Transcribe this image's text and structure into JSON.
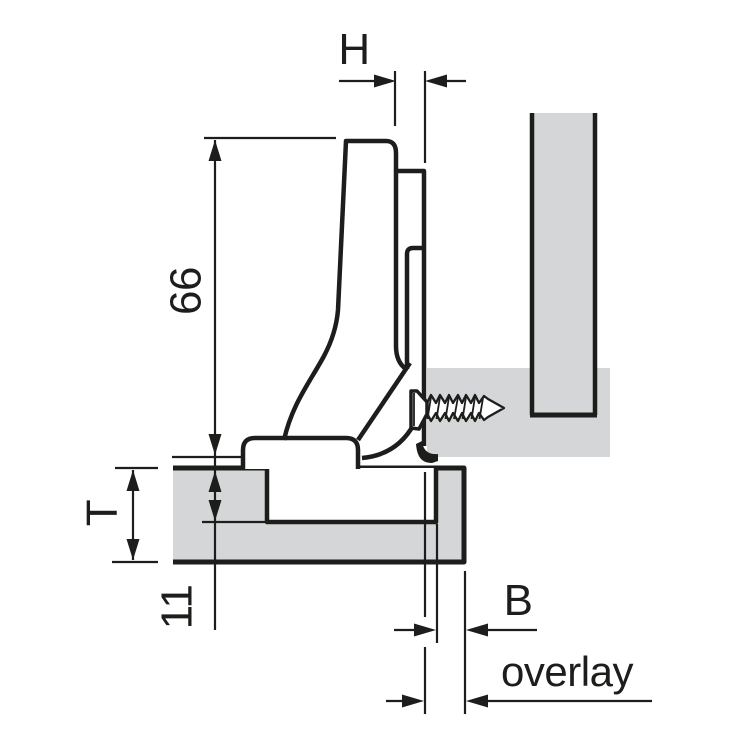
{
  "diagram": {
    "type": "cabinet-hinge-cross-section",
    "labels": {
      "gap_h": "H",
      "arm_height": "66",
      "door_thickness": "T",
      "drilling_depth": "11",
      "bore_distance": "B",
      "overlay": "overlay"
    },
    "colors": {
      "wood_fill": "#d4d6d7",
      "line": "#1d1d1b",
      "background": "#ffffff"
    }
  }
}
